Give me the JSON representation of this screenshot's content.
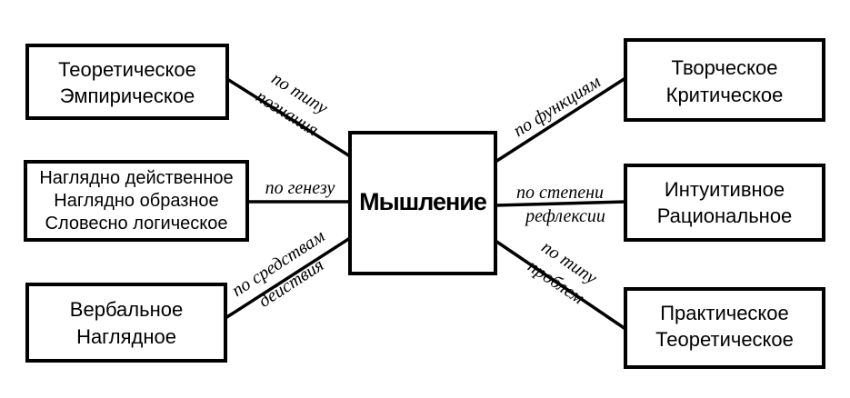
{
  "center": {
    "label": "Мышление"
  },
  "nodes": {
    "top_left": {
      "line1": "Теоретическое",
      "line2": "Эмпирическое"
    },
    "mid_left": {
      "line1": "Наглядно действенное",
      "line2": "Наглядно образное",
      "line3": "Словесно логическое"
    },
    "bottom_left": {
      "line1": "Вербальное",
      "line2": "Наглядное"
    },
    "top_right": {
      "line1": "Творческое",
      "line2": "Критическое"
    },
    "mid_right": {
      "line1": "Интуитивное",
      "line2": "Рациональное"
    },
    "bottom_right": {
      "line1": "Практическое",
      "line2": "Теоретическое"
    }
  },
  "edges": {
    "top_left": {
      "line1": "по типу",
      "line2": "познания"
    },
    "mid_left": {
      "line1": "по генезу"
    },
    "bottom_left": {
      "line1": "по средствам",
      "line2": "действия"
    },
    "top_right": {
      "line1": "по функциям"
    },
    "mid_right": {
      "line1": "по степени",
      "line2": "рефлексии"
    },
    "bottom_right": {
      "line1": "по типу",
      "line2": "проблем"
    }
  }
}
